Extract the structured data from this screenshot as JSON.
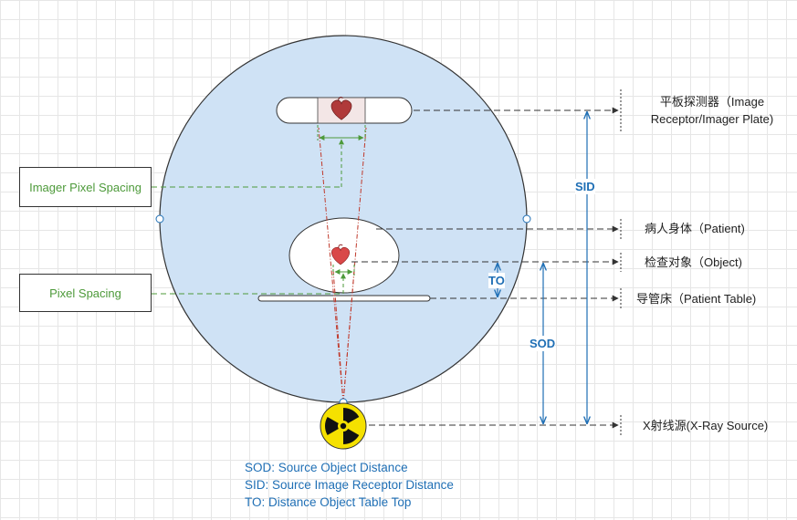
{
  "boxes": {
    "imager_pixel_spacing": "Imager Pixel Spacing",
    "pixel_spacing": "Pixel Spacing"
  },
  "labels": {
    "imager_plate": [
      "平板探测器（Image",
      "Receptor/Imager Plate)"
    ],
    "patient": "病人身体（Patient)",
    "object": "检查对象（Object)",
    "patient_table": "导管床（Patient Table)",
    "xray_source": "X射线源(X-Ray Source)"
  },
  "measures": {
    "sid": "SID",
    "sod": "SOD",
    "to": "TO"
  },
  "legend": [
    "SOD: Source Object Distance",
    "SID: Source Image Receptor Distance",
    "TO: Distance Object Table Top"
  ],
  "colors": {
    "circle_fill": "#cfe2f5",
    "green": "#4d9a3a",
    "blue": "#1f6fb5",
    "red": "#c0392b",
    "radiation_yellow": "#f5e100"
  },
  "icons": [
    "heart-icon",
    "radiation-icon"
  ]
}
